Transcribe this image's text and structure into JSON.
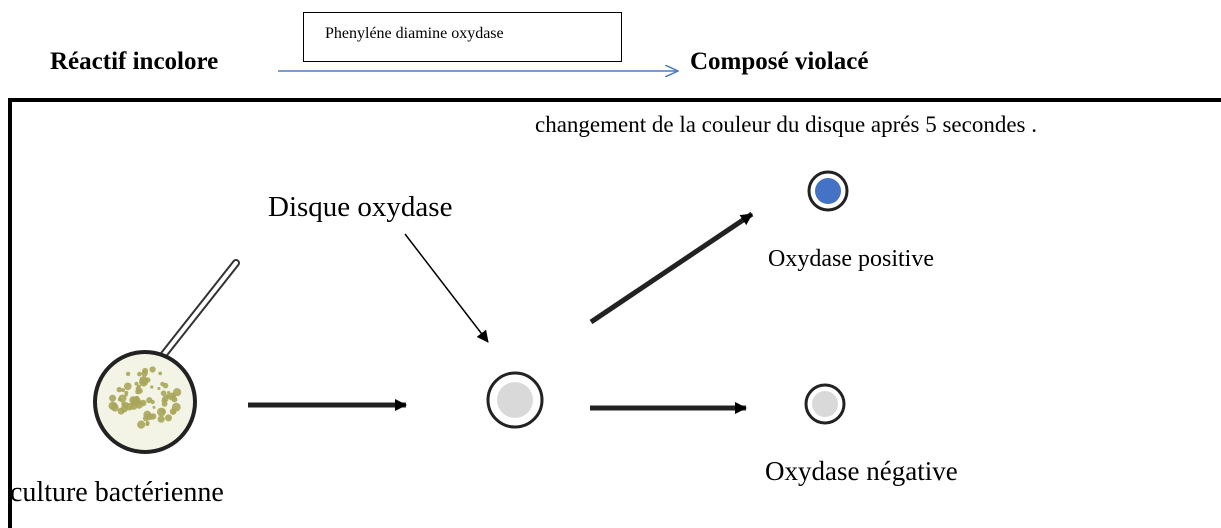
{
  "reaction": {
    "reagent": "Réactif incolore",
    "enzyme": "Phenyléne diamine oxydase",
    "product": "Composé violacé"
  },
  "panel": {
    "note": "changement de la couleur du disque aprés 5 secondes .",
    "disk_label": "Disque oxydase",
    "positive_label": "Oxydase positive",
    "negative_label": "Oxydase négative",
    "culture_label": "culture bactérienne"
  },
  "colors": {
    "reaction_arrow": "#4a7ebb",
    "positive_disk": "#4472c4",
    "negative_disk": "#d9d9d9",
    "colony": "#a8a65a",
    "petri_fill": "#f3f4e6"
  },
  "icons": {
    "culture": "petri-dish-icon",
    "disk": "oxidase-disk-icon"
  }
}
